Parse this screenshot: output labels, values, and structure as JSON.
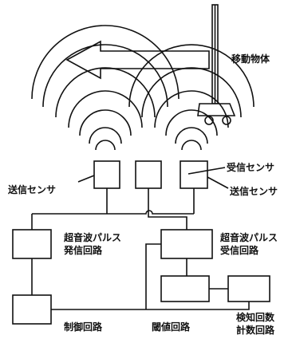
{
  "labels": {
    "moving_object": "移動物体",
    "receive_sensor": "受信センサ",
    "transmit_sensor_left": "送信センサ",
    "transmit_sensor_right": "送信センサ",
    "pulse_tx_line1": "超音波パルス",
    "pulse_tx_line2": "発信回路",
    "pulse_rx_line1": "超音波パルス",
    "pulse_rx_line2": "受信回路",
    "control_circuit": "制御回路",
    "threshold_circuit": "閾値回路",
    "detect_count_line1": "検知回数",
    "detect_count_line2": "計数回路"
  }
}
